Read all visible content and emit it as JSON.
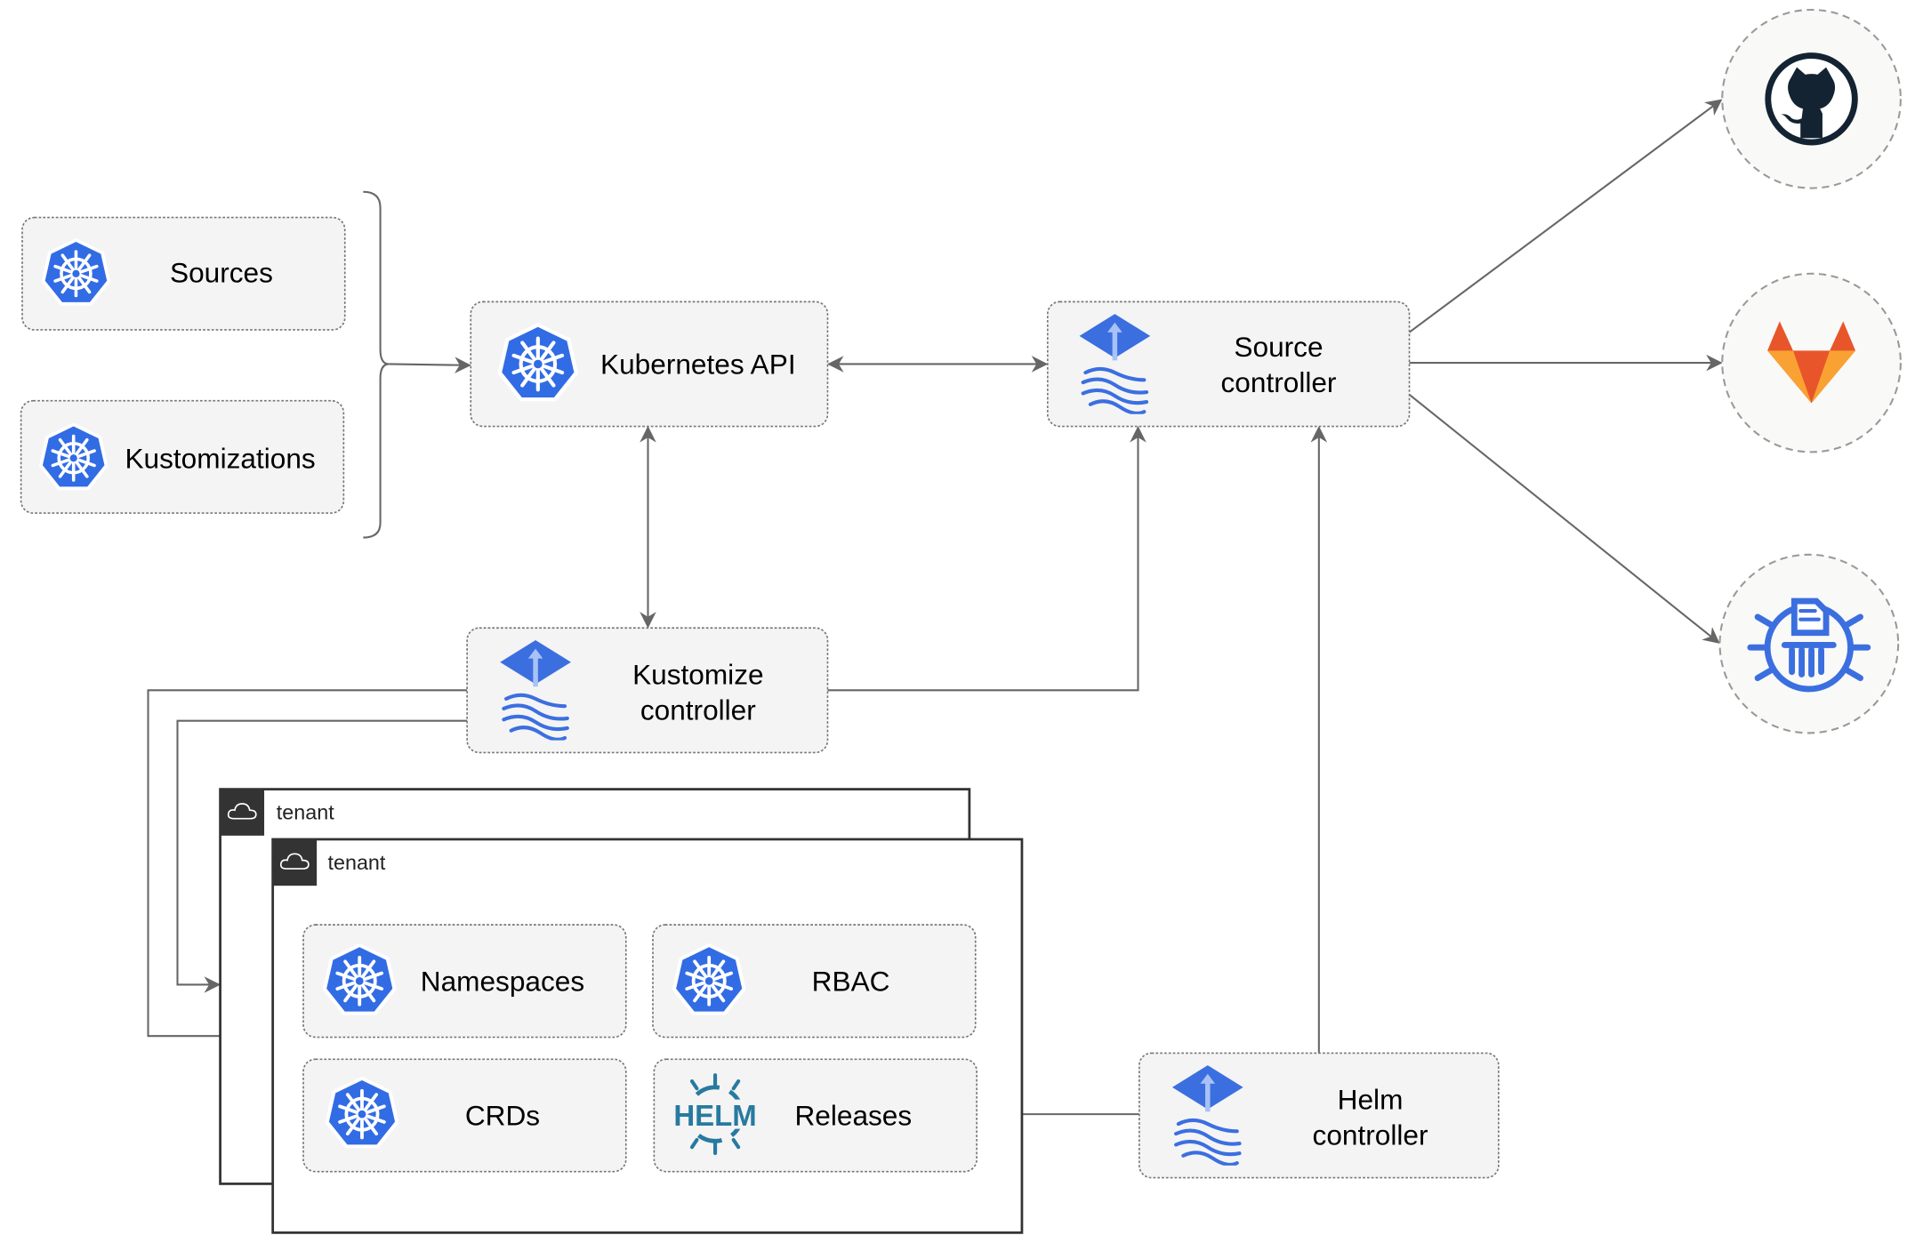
{
  "nodes": {
    "sources": "Sources",
    "kustomizations": "Kustomizations",
    "kubernetes_api": "Kubernetes API",
    "source_controller": [
      "Source",
      "controller"
    ],
    "kustomize_controller": [
      "Kustomize",
      "controller"
    ],
    "helm_controller": [
      "Helm",
      "controller"
    ],
    "namespaces": "Namespaces",
    "rbac": "RBAC",
    "crds": "CRDs",
    "releases": "Releases",
    "helm_logo_text": "HELM"
  },
  "tenants": [
    "tenant",
    "tenant"
  ],
  "external_sources": [
    {
      "icon": "github-icon"
    },
    {
      "icon": "gitlab-icon"
    },
    {
      "icon": "bucket-icon"
    }
  ],
  "colors": {
    "kubernetes_blue": "#326ce5",
    "flux_blue": "#3b6fe0",
    "helm_blue": "#277a9f",
    "github_dark": "#132332",
    "gitlab_orange": "#e9552a",
    "gitlab_yellow": "#f9a233"
  }
}
